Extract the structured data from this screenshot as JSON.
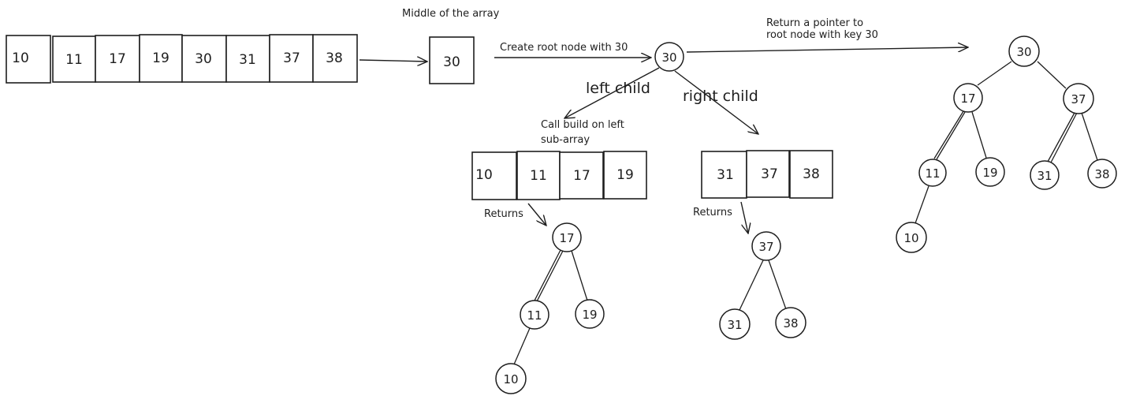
{
  "colors": {
    "stroke": "#1e1e1e",
    "background": "#ffffff"
  },
  "full_array": [
    "10",
    "11",
    "17",
    "19",
    "30",
    "31",
    "37",
    "38"
  ],
  "middle": {
    "value": "30",
    "label": "Middle of the array"
  },
  "root_label": "Create root node with 30",
  "return_label": {
    "line1": "Return a pointer to",
    "line2": "root node with key 30"
  },
  "left_child_label": "left child",
  "right_child_label": "right child",
  "call_build_label": {
    "line1": "Call build on left",
    "line2": "sub-array"
  },
  "left_subarray": [
    "10",
    "11",
    "17",
    "19"
  ],
  "right_subarray": [
    "31",
    "37",
    "38"
  ],
  "returns_label": "Returns",
  "root_node": "30",
  "left_tree": {
    "root": "17",
    "left": "11",
    "right": "19",
    "left_left": "10"
  },
  "right_tree": {
    "root": "37",
    "left": "31",
    "right": "38"
  },
  "final_tree": {
    "root": "30",
    "left": "17",
    "right": "37",
    "left_left": "11",
    "left_right": "19",
    "right_left": "31",
    "right_right": "38",
    "left_left_left": "10"
  }
}
